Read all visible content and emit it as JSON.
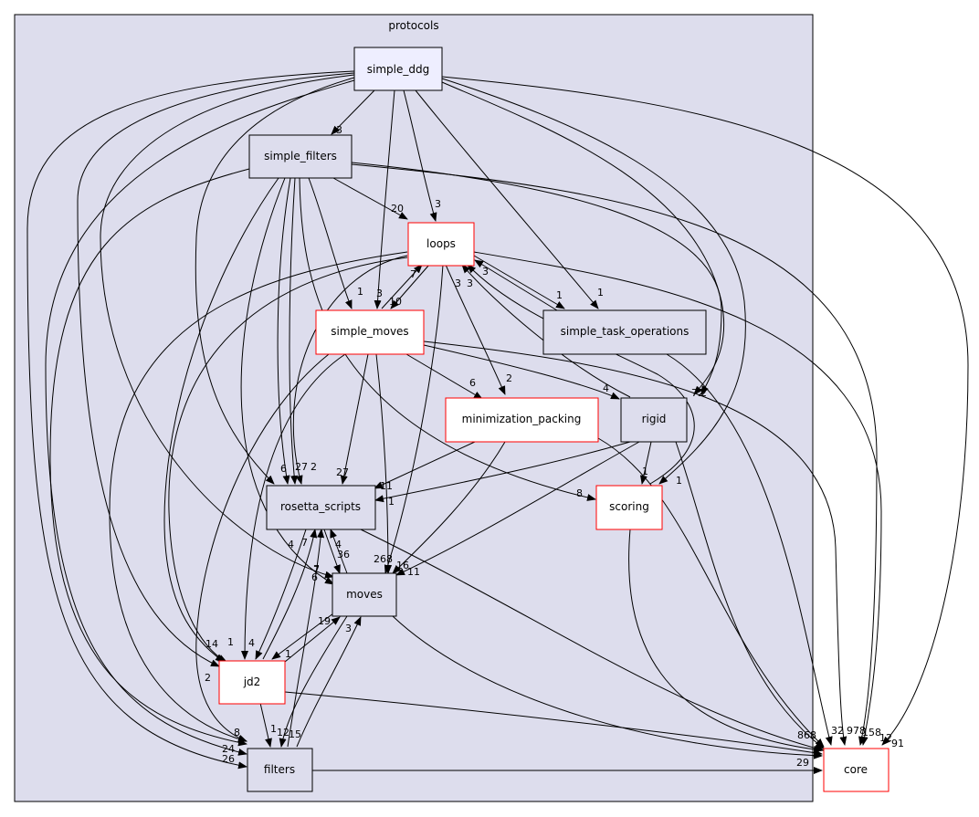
{
  "cluster": {
    "label": "protocols",
    "fill": "#dddded",
    "stroke": "#000000"
  },
  "colors": {
    "normal_border": "#000000",
    "red_border": "#ff0000",
    "dir_fill": "#dddded",
    "focus_fill": "#eeeeff",
    "white_fill": "#ffffff"
  },
  "nodes": {
    "simple_ddg": "simple_ddg",
    "simple_filters": "simple_filters",
    "loops": "loops",
    "simple_moves": "simple_moves",
    "simple_task_operations": "simple_task_operations",
    "minimization_packing": "minimization_packing",
    "rigid": "rigid",
    "rosetta_scripts": "rosetta_scripts",
    "scoring": "scoring",
    "moves": "moves",
    "jd2": "jd2",
    "filters": "filters",
    "core": "core"
  },
  "edge_labels": {
    "ddg_filters": "3",
    "ddg_loops": "3",
    "ddg_stask": "1",
    "ddg_moves": "3",
    "sf_loops": "20",
    "sf_moves": "1",
    "loops_moves": "10",
    "moves_loops": "7",
    "loops_minpack": "2",
    "loops_stask": "1",
    "stask_loops": "3",
    "rigid_loops": "3",
    "scoring_loops": "3",
    "moves_minpack": "6",
    "moves_rigid": "4",
    "minpack_rs": "11",
    "rigid_rs": "1",
    "rigid_scoring": "1",
    "rs_jd2": "7",
    "rs_moves": "36",
    "moves_rs": "4",
    "jd2_rs": "4",
    "filters_rs": "7",
    "moves_jd2": "19",
    "jd2_moves": "1",
    "filters_moves": "3",
    "moves_filters": "15",
    "jd2_filters": "1",
    "filters_core": "29",
    "sf_rs_a": "27",
    "sf_rs_b": "2",
    "rs_in_6": "6",
    "sm_rs": "27",
    "sm_jd2": "4",
    "ddg_jd2": "2",
    "ddg_filt_a": "26",
    "ddg_filt_b": "24",
    "jd2_in_14": "14",
    "jd2_in_1": "1",
    "moves_in_6": "6",
    "moves_in_7": "7",
    "moves_in_16": "16",
    "moves_in_11": "11",
    "moves_in_268": "268",
    "filters_in_8": "8",
    "filters_in_12": "12",
    "scoring_in_8": "8",
    "scoring_in_1": "1",
    "rigid_in_72": "72",
    "rigid_in_2": "2",
    "core_in_32": "32",
    "core_in_978": "978",
    "core_in_158": "158",
    "core_in_12": "12",
    "core_in_91": "91",
    "core_in_868": "868"
  }
}
